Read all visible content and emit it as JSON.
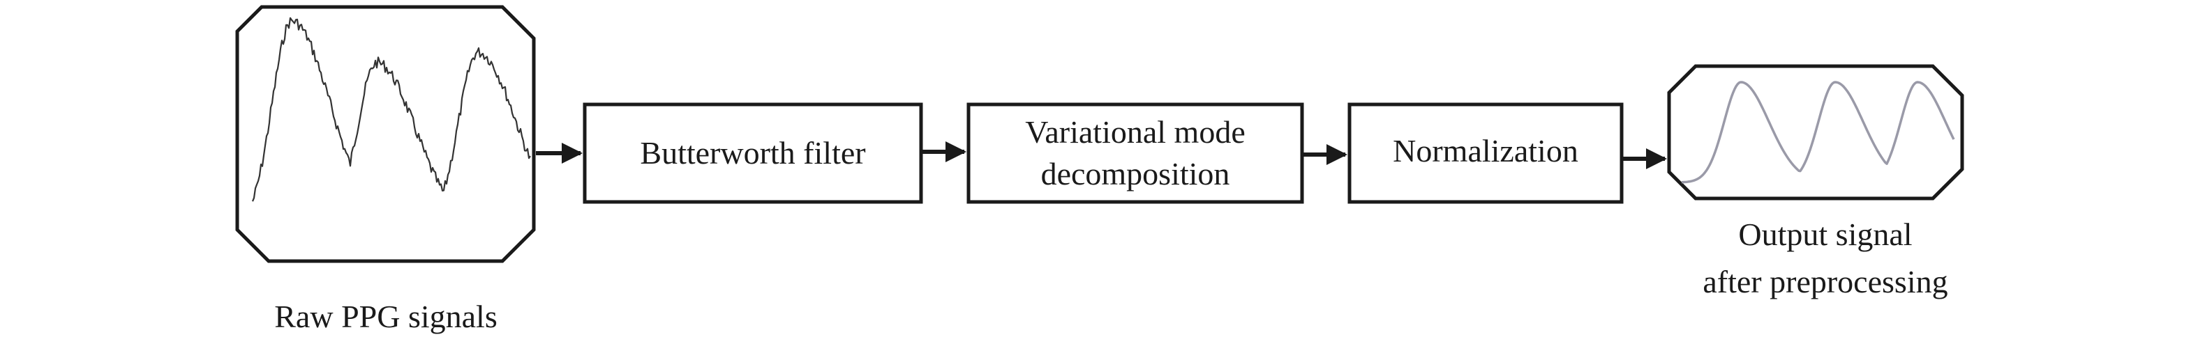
{
  "diagram": {
    "raw_signal_caption": "Raw PPG signals",
    "steps": [
      {
        "label_lines": [
          "Butterworth filter"
        ]
      },
      {
        "label_lines": [
          "Variational mode",
          "decomposition"
        ]
      },
      {
        "label_lines": [
          "Normalization"
        ]
      }
    ],
    "output_caption_lines": [
      "Output signal",
      "after preprocessing"
    ]
  }
}
